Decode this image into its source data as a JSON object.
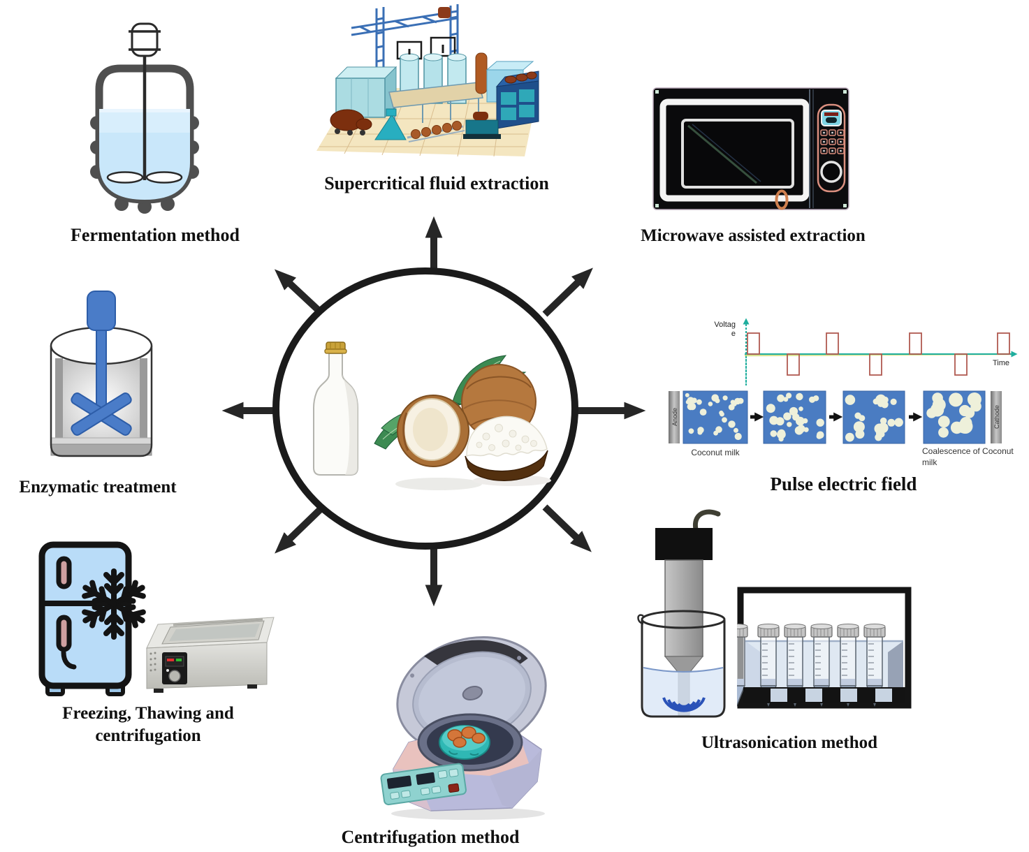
{
  "methods": {
    "fermentation": {
      "label": "Fermentation method"
    },
    "supercritical": {
      "label": "Supercritical fluid extraction"
    },
    "microwave": {
      "label": "Microwave assisted extraction"
    },
    "pulse_electric_field": {
      "label": "Pulse electric field",
      "graph": {
        "y_axis_lines": [
          "Voltag",
          "e"
        ],
        "x_axis": "Time",
        "pulse_sequence": [
          "+",
          "-",
          "+",
          "-",
          "+",
          "-",
          "+"
        ]
      },
      "electrodes": {
        "left": "Anode",
        "right": "Cathode"
      },
      "stage_labels": {
        "first": "Coconut milk",
        "last_lines": [
          "Coalescence of Coconut",
          "milk"
        ]
      },
      "stages": [
        {
          "count": 30,
          "rmin": 3,
          "rmax": 5.5
        },
        {
          "count": 26,
          "rmin": 3,
          "rmax": 6.5
        },
        {
          "count": 20,
          "rmin": 4,
          "rmax": 8
        },
        {
          "count": 15,
          "rmin": 6,
          "rmax": 11
        }
      ]
    },
    "ultrasonication": {
      "label": "Ultrasonication method"
    },
    "centrifugation": {
      "label": "Centrifugation method"
    },
    "freezing": {
      "label_lines": [
        "Freezing, Thawing and",
        "centrifugation"
      ]
    },
    "enzymatic": {
      "label": "Enzymatic treatment"
    }
  },
  "colors": {
    "arrow": "#262626",
    "circle_ring": "#1b1b1b",
    "pulse_box_blue": "#4a7cc2",
    "droplet_cream": "#eef0da",
    "axis_teal": "#1fae9e",
    "pulse_wave_red": "#b05a50",
    "reactor_liquid": "#c9e7fa",
    "stirrer_blue": "#4a7cc8",
    "fridge_blue": "#b9dcf8",
    "centrifuge_pink": "#e9c2be",
    "centrifuge_lavender": "#b9badb"
  }
}
